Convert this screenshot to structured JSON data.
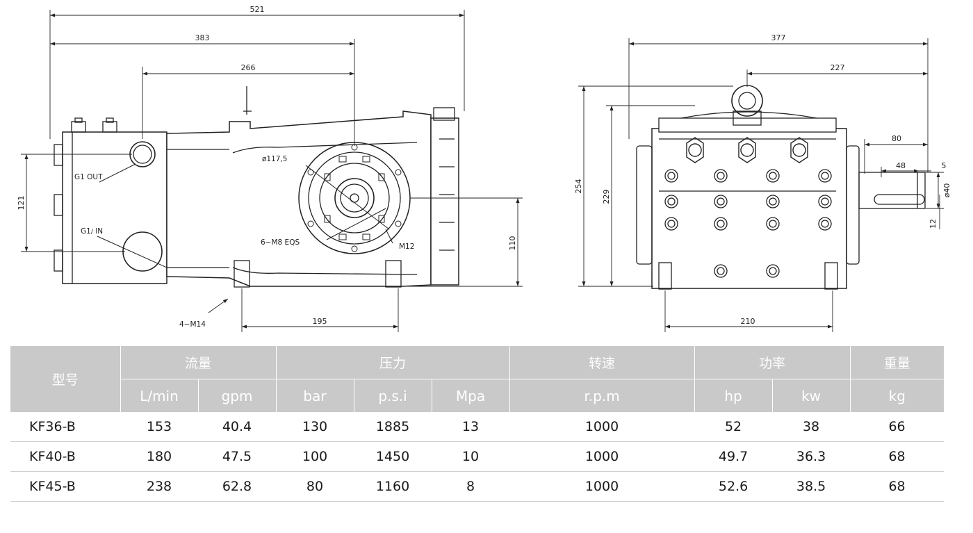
{
  "drawing": {
    "side_view": {
      "dims": {
        "total_length": "521",
        "length_2": "383",
        "length_3": "266",
        "height_left": "121",
        "bottom_length": "195",
        "center_height": "110"
      },
      "labels": {
        "outlet": "G1 OUT",
        "inlet_prefix": "G1",
        "inlet_suffix": " IN",
        "bolt_circle": "ø117,5",
        "flange_bolts": "6−M8 EQS",
        "thread": "M12",
        "mount": "4−M14"
      }
    },
    "front_view": {
      "dims": {
        "width_total": "377",
        "shaft_offset": "227",
        "total_height": "254",
        "height_2": "229",
        "shaft_length": "80",
        "key_length": "48",
        "key_offset": "5",
        "shaft_diameter": "ø40",
        "key_width": "12",
        "base_width": "210"
      }
    }
  },
  "table": {
    "model_header": "型号",
    "groups": [
      {
        "title": "流量",
        "units": [
          "L/min",
          "gpm"
        ]
      },
      {
        "title": "压力",
        "units": [
          "bar",
          "p.s.i",
          "Mpa"
        ]
      },
      {
        "title": "转速",
        "units": [
          "r.p.m"
        ]
      },
      {
        "title": "功率",
        "units": [
          "hp",
          "kw"
        ]
      },
      {
        "title": "重量",
        "units": [
          "kg"
        ]
      }
    ],
    "rows": [
      {
        "model": "KF36-B",
        "lmin": "153",
        "gpm": "40.4",
        "bar": "130",
        "psi": "1885",
        "mpa": "13",
        "rpm": "1000",
        "hp": "52",
        "kw": "38",
        "kg": "66"
      },
      {
        "model": "KF40-B",
        "lmin": "180",
        "gpm": "47.5",
        "bar": "100",
        "psi": "1450",
        "mpa": "10",
        "rpm": "1000",
        "hp": "49.7",
        "kw": "36.3",
        "kg": "68"
      },
      {
        "model": "KF45-B",
        "lmin": "238",
        "gpm": "62.8",
        "bar": "80",
        "psi": "1160",
        "mpa": "8",
        "rpm": "1000",
        "hp": "52.6",
        "kw": "38.5",
        "kg": "68"
      }
    ]
  }
}
